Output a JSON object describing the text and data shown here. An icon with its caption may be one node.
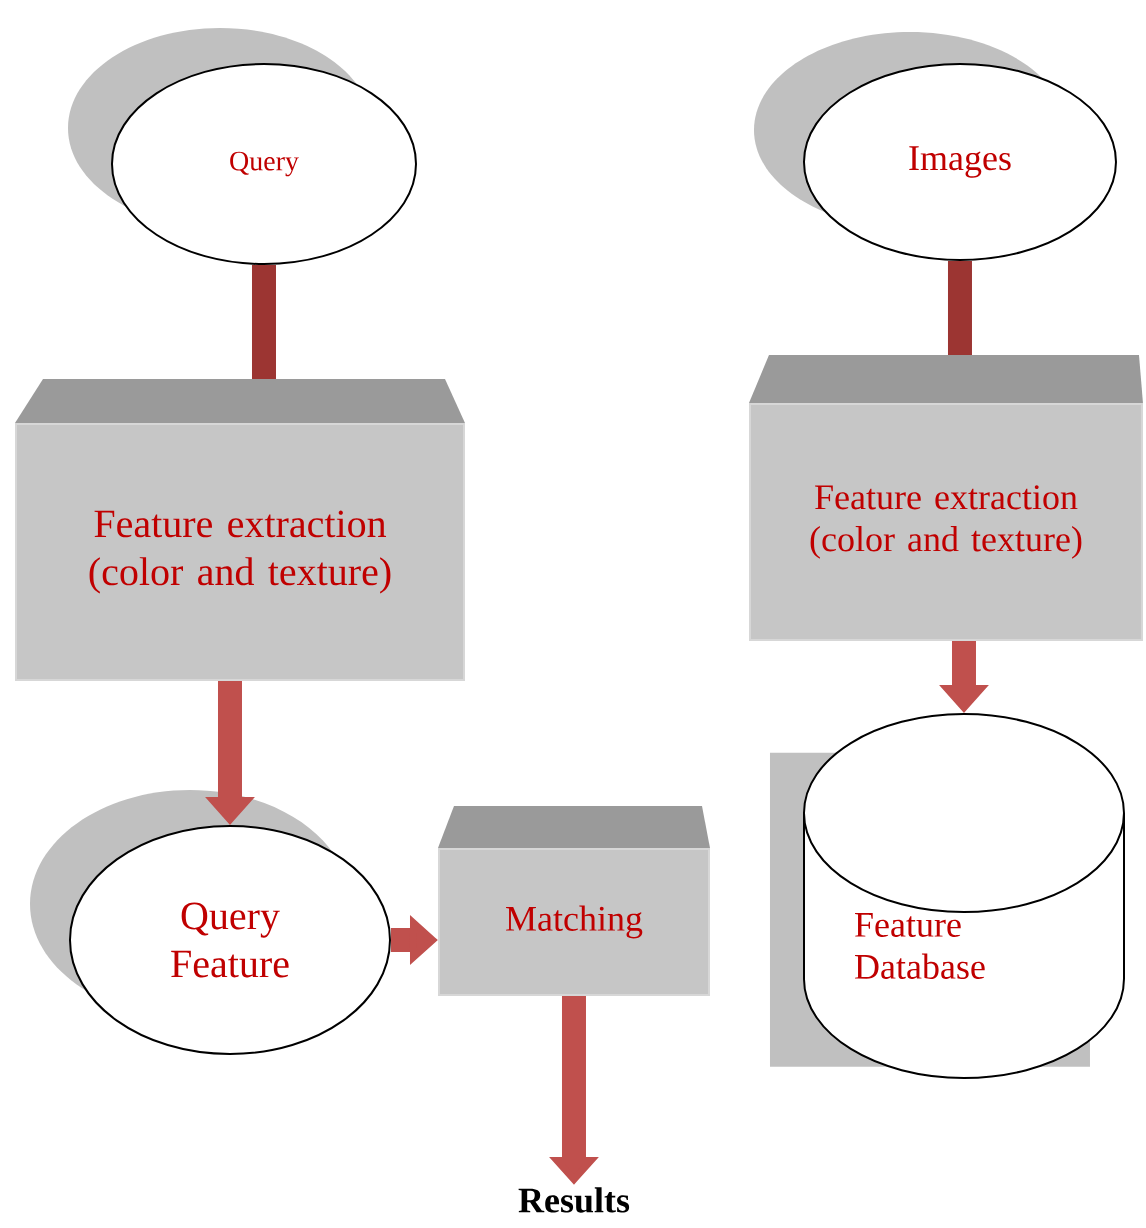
{
  "diagram": {
    "nodes": [
      {
        "text": [
          "Query"
        ]
      },
      {
        "text": [
          "Images"
        ]
      },
      {
        "text": [
          "Feature extraction (color and texture)"
        ]
      },
      {
        "text": [
          "Feature extraction (color and texture)"
        ]
      },
      {
        "text": [
          "Query Feature"
        ]
      },
      {
        "text": [
          "Matching"
        ]
      },
      {
        "text": [
          "Feature Database"
        ]
      },
      {
        "text": [
          "Results"
        ]
      }
    ],
    "edges": [
      {
        "from": 0,
        "to": 2,
        "arrow": "none",
        "color": "#9c3532"
      },
      {
        "from": 2,
        "to": 4,
        "arrow": "to"
      },
      {
        "from": 4,
        "to": 5,
        "arrow": "to"
      },
      {
        "from": 5,
        "to": 7,
        "arrow": "to"
      },
      {
        "from": 1,
        "to": 3,
        "arrow": "none",
        "color": "#9c3532"
      },
      {
        "from": 3,
        "to": 6,
        "arrow": "to"
      }
    ]
  }
}
